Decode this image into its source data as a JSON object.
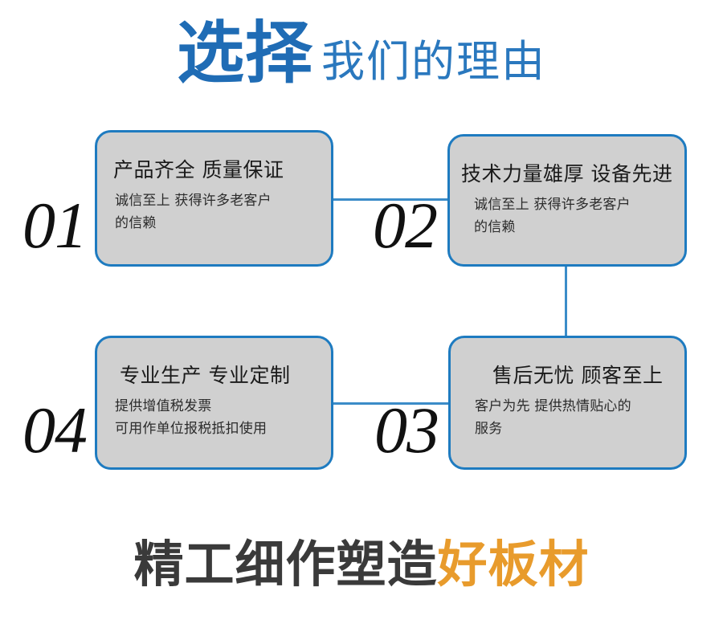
{
  "header": {
    "strong_text": "选择",
    "light_text": "我们的理由",
    "strong_color": "#1F6CB5",
    "light_color": "#2A78BE"
  },
  "theme": {
    "accent_blue": "#1E7BC0",
    "connector_blue": "#3B8CC8",
    "card_fill": "#D0D0D0",
    "numeral_color": "#111111",
    "footer_dark": "#3A3A3A",
    "footer_accent": "#E89B2C",
    "background": "#FFFFFF"
  },
  "cards": [
    {
      "number": "01",
      "title": "产品齐全 质量保证",
      "body_lines": [
        "诚信至上 获得许多老客户",
        "的信赖"
      ]
    },
    {
      "number": "02",
      "title": "技术力量雄厚 设备先进",
      "body_lines": [
        "诚信至上 获得许多老客户",
        "的信赖"
      ]
    },
    {
      "number": "03",
      "title": "售后无忧 顾客至上",
      "body_lines": [
        "客户为先 提供热情贴心的",
        "服务"
      ]
    },
    {
      "number": "04",
      "title": "专业生产 专业定制",
      "body_lines": [
        "提供增值税发票",
        "可用作单位报税抵扣使用"
      ]
    }
  ],
  "footer": {
    "dark_text": "精工细作塑造",
    "accent_text": "好板材"
  }
}
